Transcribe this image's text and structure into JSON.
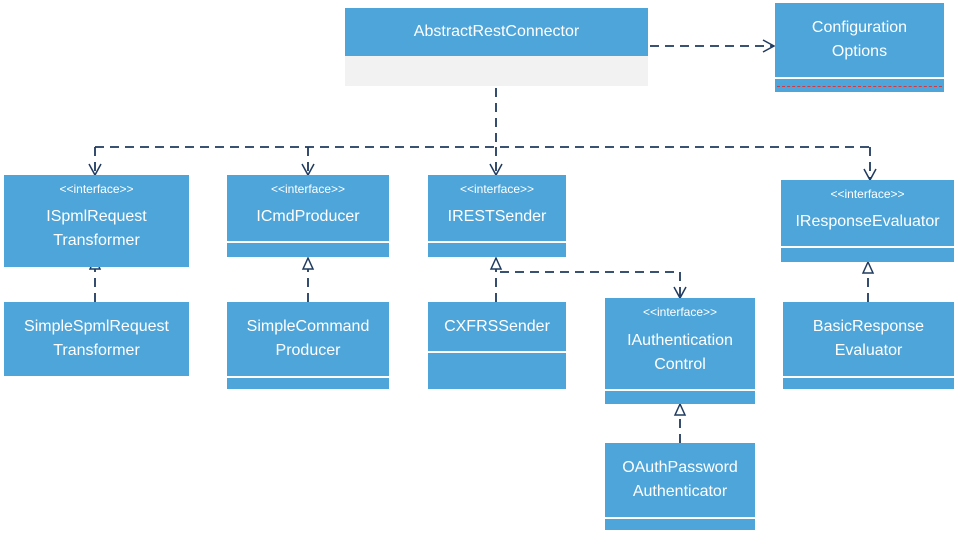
{
  "classes": {
    "abstract_rest_connector": {
      "name": "AbstractRestConnector"
    },
    "configuration_options": {
      "name_line1": "Configuration",
      "name_line2": "Options"
    },
    "ispml_request_transformer": {
      "stereotype": "<<interface>>",
      "name_line1": "ISpmlRequest",
      "name_line2": "Transformer"
    },
    "icmd_producer": {
      "stereotype": "<<interface>>",
      "name": "ICmdProducer"
    },
    "irest_sender": {
      "stereotype": "<<interface>>",
      "name": "IRESTSender"
    },
    "iresponse_evaluator": {
      "stereotype": "<<interface>>",
      "name": "IResponseEvaluator"
    },
    "simple_spml_request_transformer": {
      "name_line1": "SimpleSpmlRequest",
      "name_line2": "Transformer"
    },
    "simple_command_producer": {
      "name_line1": "SimpleCommand",
      "name_line2": "Producer"
    },
    "cxfrs_sender": {
      "name": "CXFRSSender"
    },
    "iauthentication_control": {
      "stereotype": "<<interface>>",
      "name_line1": "IAuthentication",
      "name_line2": "Control"
    },
    "basic_response_evaluator": {
      "name_line1": "BasicResponse",
      "name_line2": "Evaluator"
    },
    "oauth_password_authenticator": {
      "name_line1": "OAuthPassword",
      "name_line2": "Authenticator"
    }
  },
  "colors": {
    "box_fill": "#4ea5d9",
    "connector": "#1f3a5f",
    "body_light": "#f2f2f2",
    "config_dash": "#d9363e"
  }
}
